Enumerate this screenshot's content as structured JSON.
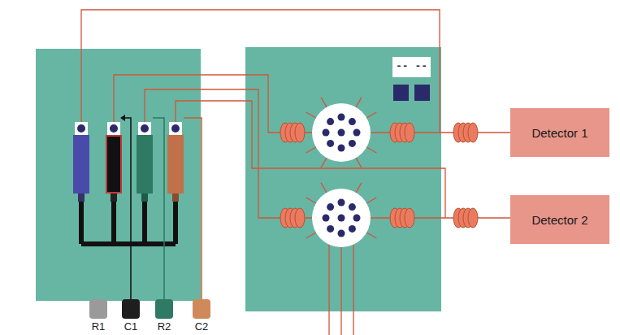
{
  "diagram": {
    "nodes": [
      {
        "text": [
          "Detector 1"
        ]
      },
      {
        "text": [
          "Detector 2"
        ]
      }
    ],
    "labels": [
      "R1",
      "C1",
      "R2",
      "C2",
      "-- --"
    ]
  }
}
